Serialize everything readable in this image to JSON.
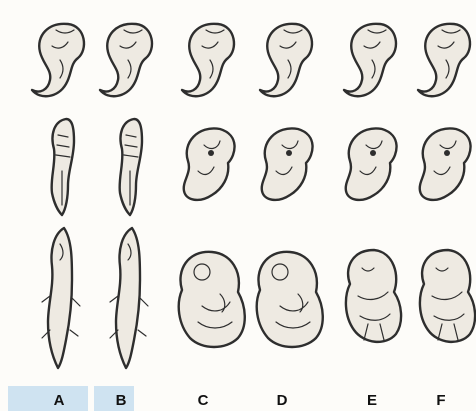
{
  "labels": [
    "A",
    "B",
    "C",
    "D",
    "E",
    "F"
  ],
  "colors": {
    "stroke": "#2e2e2e",
    "label_highlight": "#cfe3f1",
    "background": "#fdfcf9"
  }
}
